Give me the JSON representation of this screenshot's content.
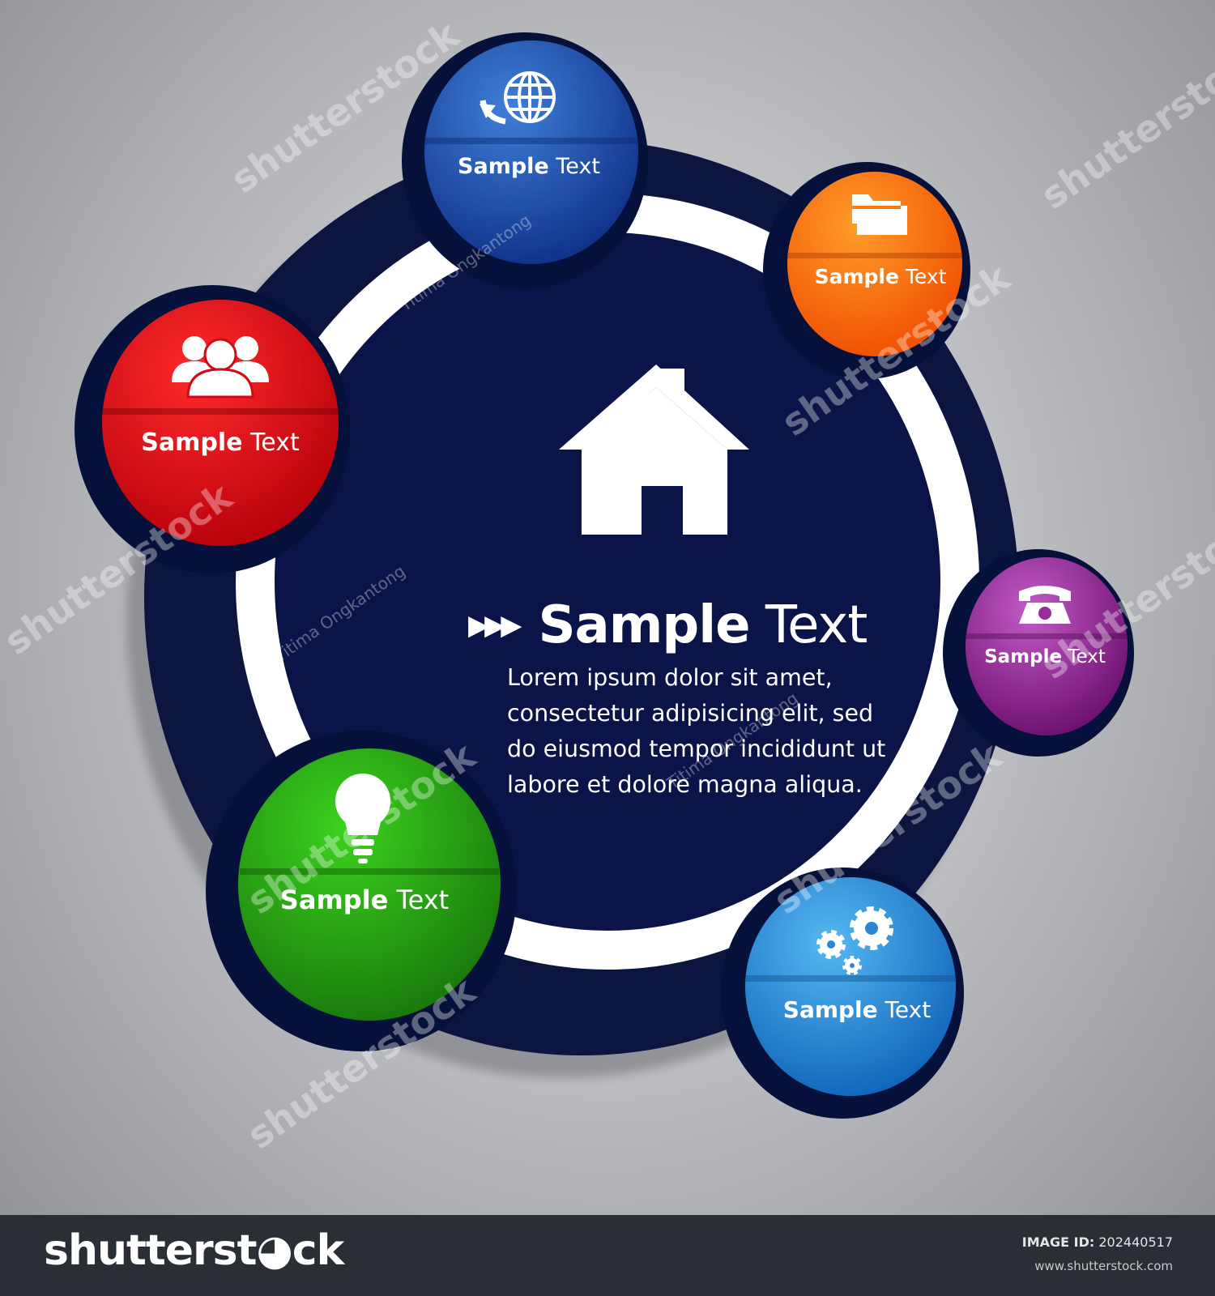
{
  "center": {
    "arrows": "▶▶▶",
    "title_bold": "Sample",
    "title_light": "Text",
    "body": "Lorem ipsum dolor sit amet, consectetur adipisicing elit, sed do eiusmod tempor incididunt ut labore et dolore magna aliqua."
  },
  "nodes": [
    {
      "id": "globe",
      "icon": "globe-icon",
      "bold": "Sample",
      "light": "Text",
      "color": "#1f56b3"
    },
    {
      "id": "folder",
      "icon": "folder-icon",
      "bold": "Sample",
      "light": "Text",
      "color": "#ff6a00"
    },
    {
      "id": "phone",
      "icon": "telephone-icon",
      "bold": "Sample",
      "light": "Text",
      "color": "#9b2a9a"
    },
    {
      "id": "gears",
      "icon": "gears-icon",
      "bold": "Sample",
      "light": "Text",
      "color": "#1f8fe0"
    },
    {
      "id": "bulb",
      "icon": "lightbulb-icon",
      "bold": "Sample",
      "light": "Text",
      "color": "#2fb21a"
    },
    {
      "id": "people",
      "icon": "people-icon",
      "bold": "Sample",
      "light": "Text",
      "color": "#e0101c"
    }
  ],
  "watermark": {
    "brand": "shutterstock",
    "author": "Titima Ongkantong"
  },
  "footer": {
    "logo": "shutterst◕ck",
    "image_id_label": "IMAGE ID:",
    "image_id": "202440517",
    "url": "www.shutterstock.com"
  },
  "colors": {
    "navy": "#0b1540",
    "ring": "#ffffff",
    "background": "#c3c4c7",
    "footer": "#2a2e35"
  }
}
